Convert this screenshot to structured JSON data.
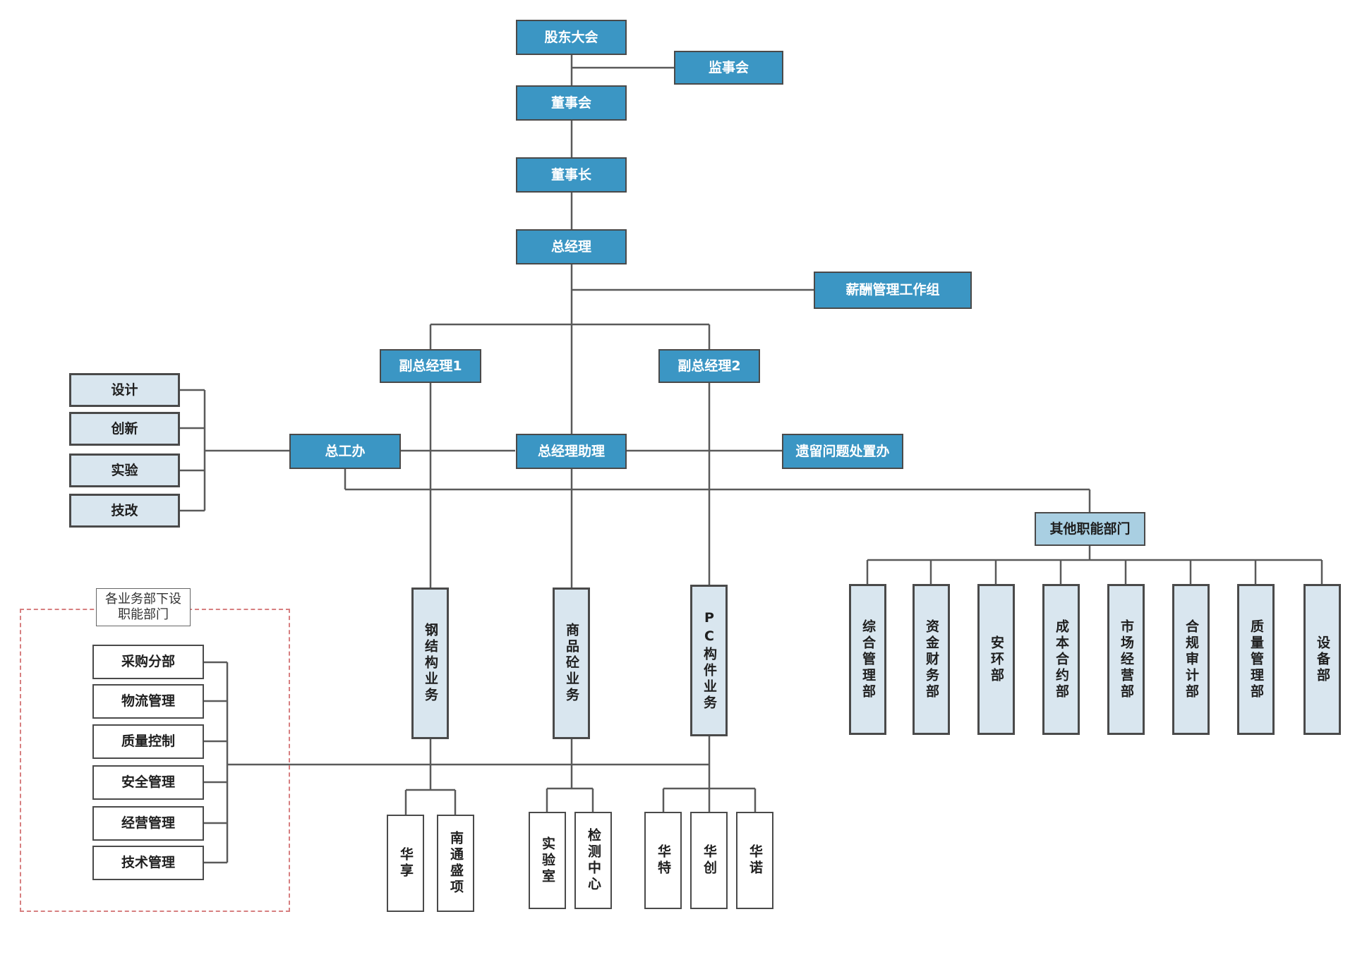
{
  "nodes": {
    "shareholders": "股东大会",
    "supervisors": "监事会",
    "board": "董事会",
    "chairman": "董事长",
    "gm": "总经理",
    "salary_group": "薪酬管理工作组",
    "vgm1": "副总经理1",
    "vgm2": "副总经理2",
    "chief_eng_office": "总工办",
    "gm_assistant": "总经理助理",
    "legacy_office": "遗留问题处置办",
    "other_functions": "其他职能部门"
  },
  "engineering_items": [
    "设计",
    "创新",
    "实验",
    "技改"
  ],
  "business_units": [
    "钢结构业务",
    "商品砼业务",
    "PC构件业务"
  ],
  "functional_depts": [
    "综合管理部",
    "资金财务部",
    "安环部",
    "成本合约部",
    "市场经营部",
    "合规审计部",
    "质量管理部",
    "设备部"
  ],
  "sub_units": {
    "steel": [
      "华享",
      "南通盛项"
    ],
    "concrete": [
      "实验室",
      "检测中心"
    ],
    "pc": [
      "华特",
      "华创",
      "华诺"
    ]
  },
  "business_depts_caption": "各业务部下设职能部门",
  "business_depts": [
    "采购分部",
    "物流管理",
    "质量控制",
    "安全管理",
    "经营管理",
    "技术管理"
  ]
}
